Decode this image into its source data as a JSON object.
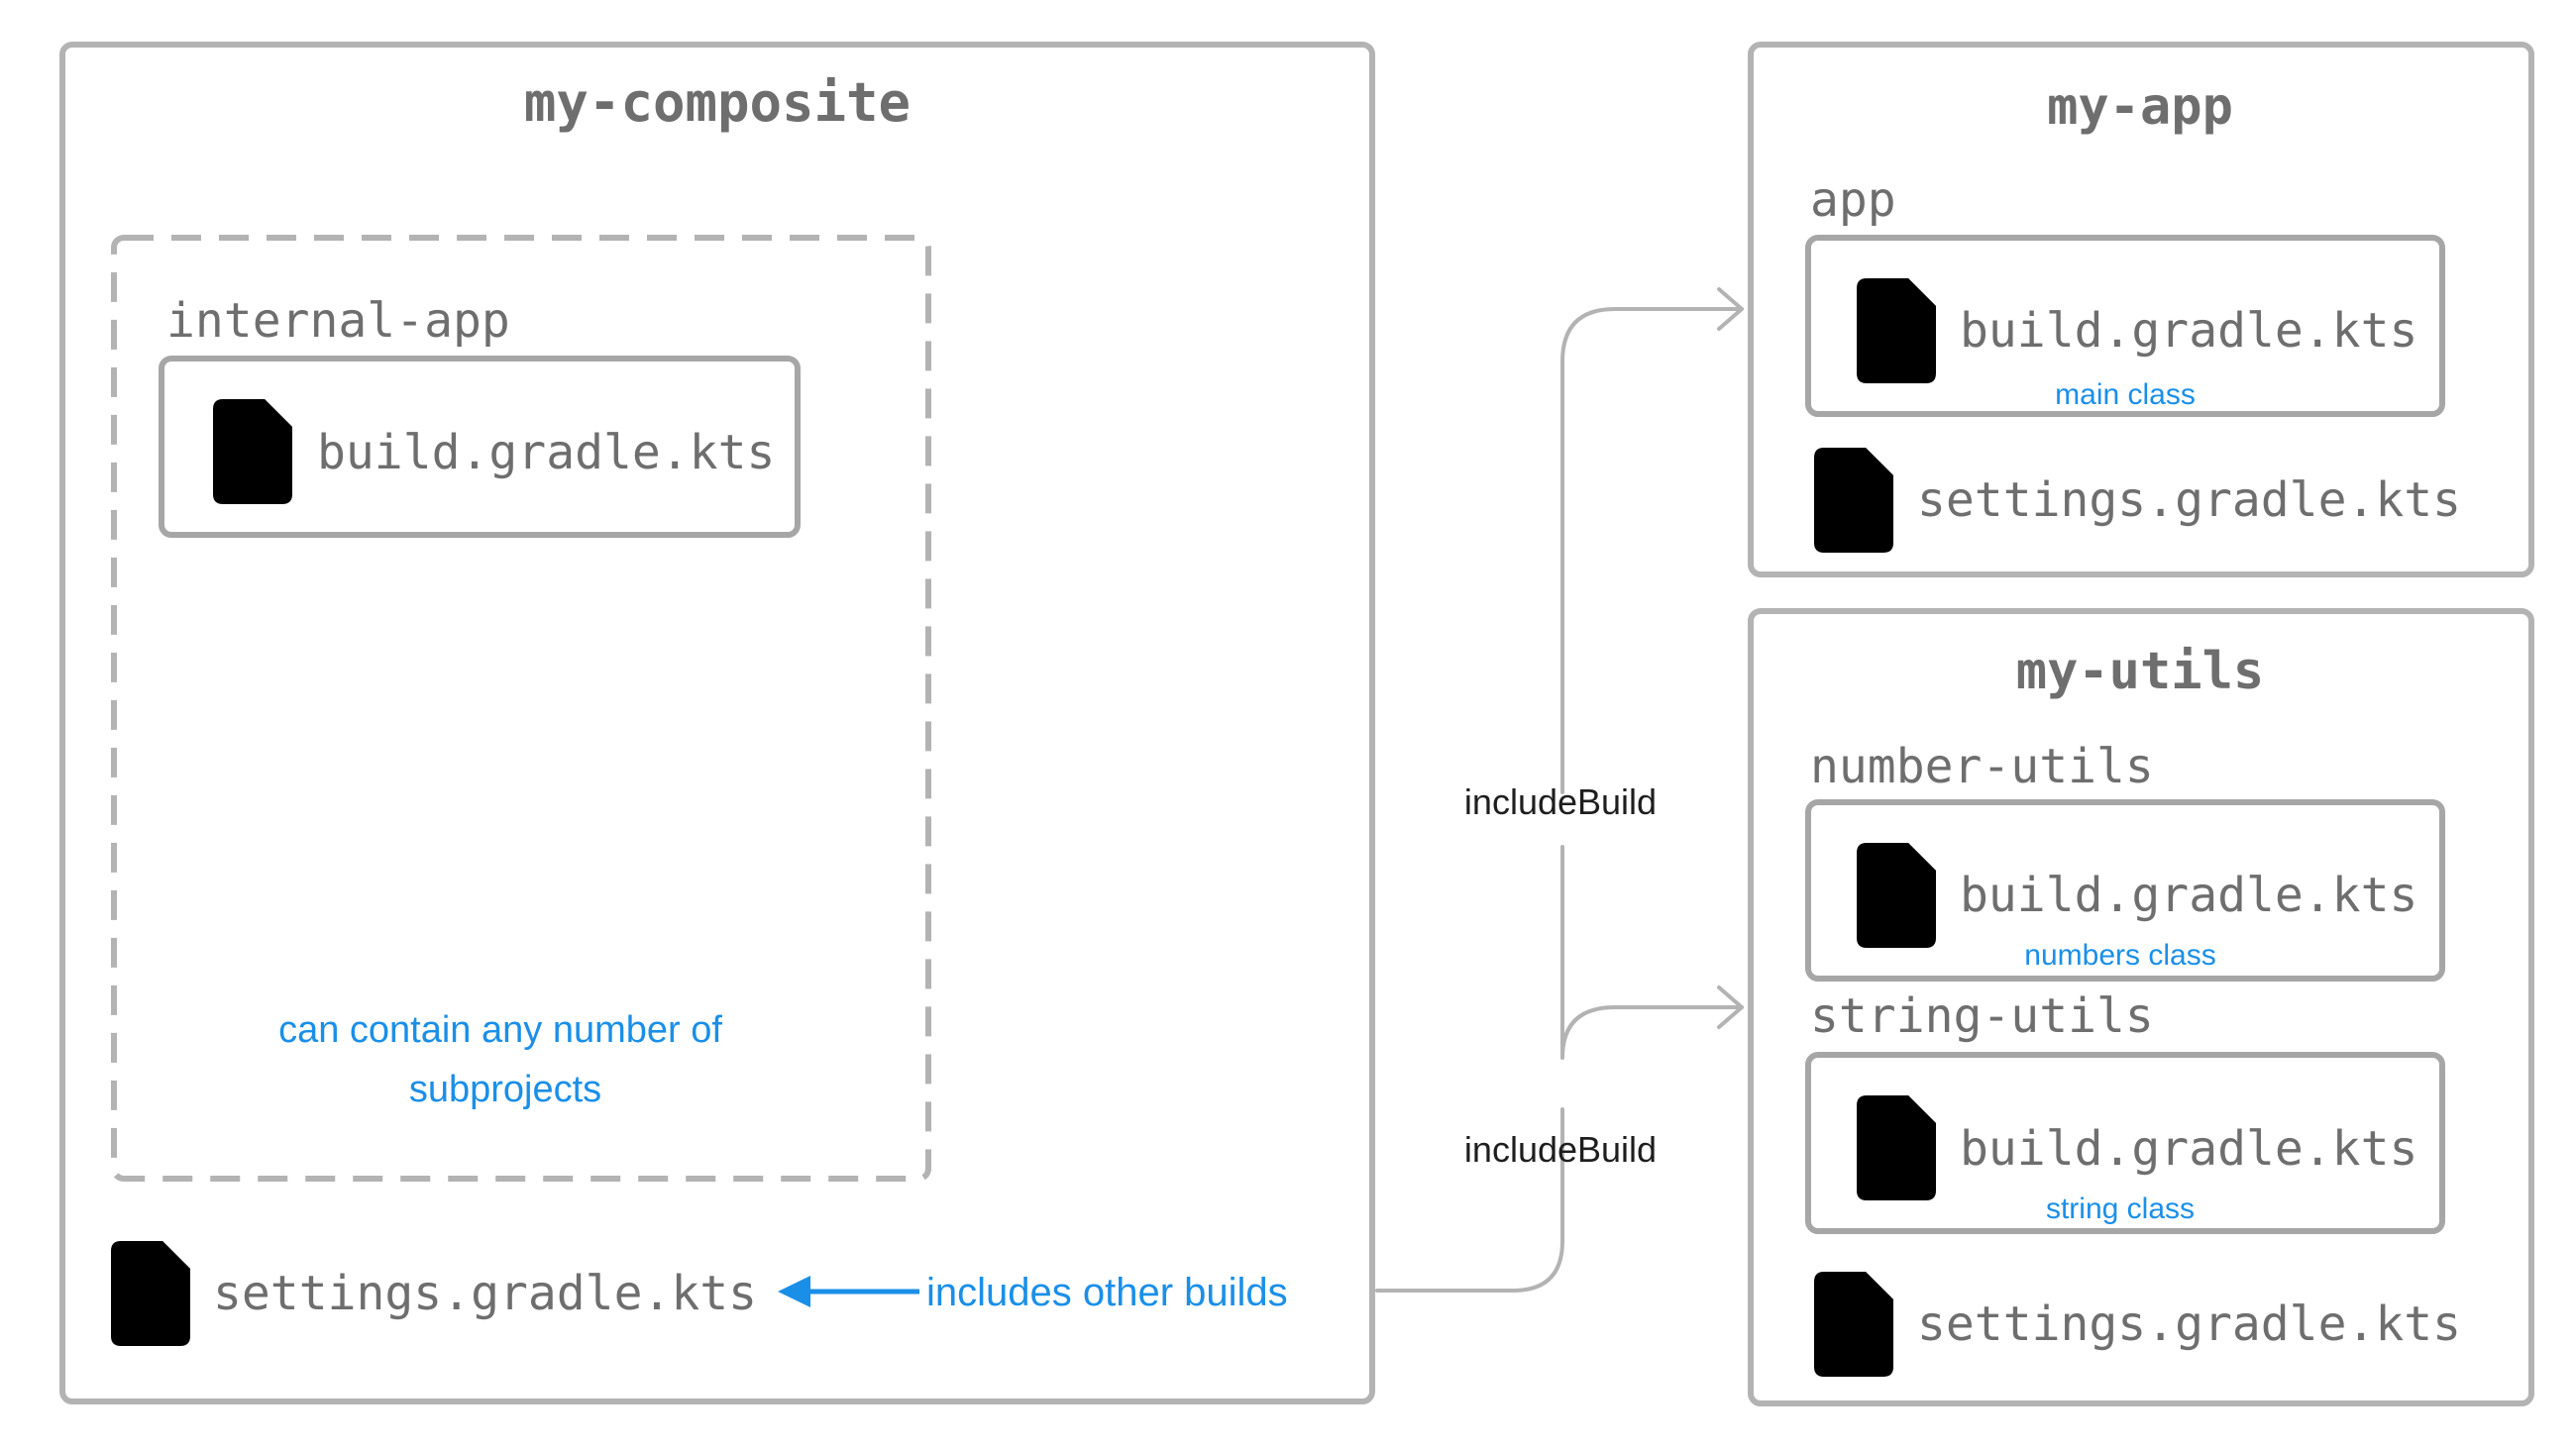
{
  "composite": {
    "title": "my-composite",
    "internal_project": {
      "label": "internal-app",
      "file": "build.gradle.kts"
    },
    "note": {
      "line1": "can contain any number of",
      "line2": "subprojects"
    },
    "settings_file": "settings.gradle.kts",
    "settings_annotation": "includes other builds"
  },
  "connections": {
    "top_label": "includeBuild",
    "bottom_label": "includeBuild"
  },
  "my_app": {
    "title": "my-app",
    "project": {
      "label": "app",
      "file": "build.gradle.kts",
      "caption": "main class"
    },
    "settings_file": "settings.gradle.kts"
  },
  "my_utils": {
    "title": "my-utils",
    "projects": [
      {
        "label": "number-utils",
        "file": "build.gradle.kts",
        "caption": "numbers class"
      },
      {
        "label": "string-utils",
        "file": "build.gradle.kts",
        "caption": "string class"
      }
    ],
    "settings_file": "settings.gradle.kts"
  },
  "colors": {
    "accent": "#1a8fe8",
    "border": "#b3b3b3",
    "text": "#6e6e6e"
  },
  "icons": {
    "file": "document-icon",
    "arrow": "arrow-left-icon"
  }
}
